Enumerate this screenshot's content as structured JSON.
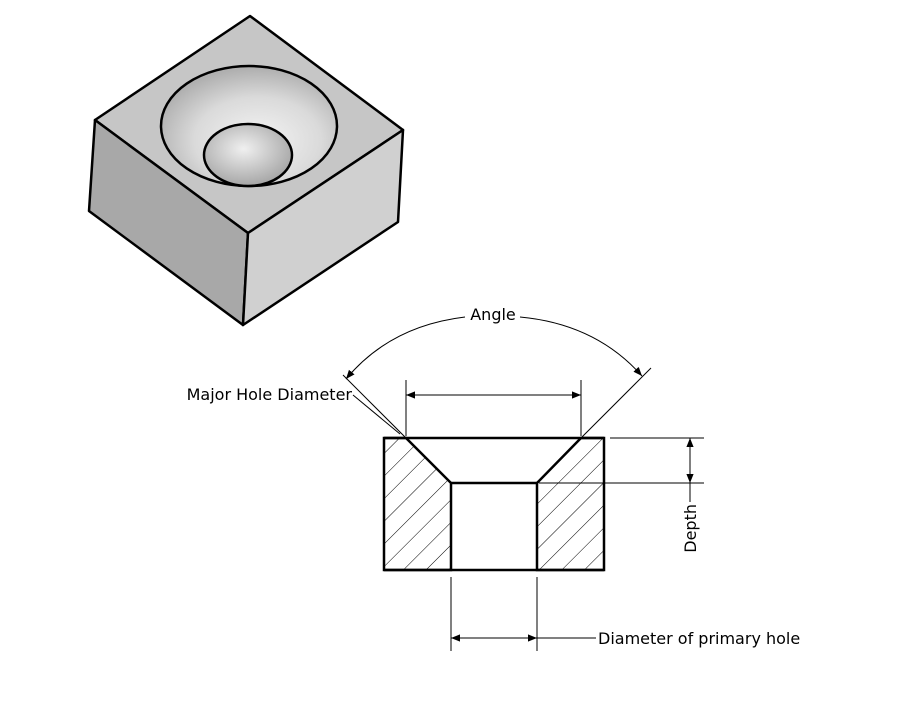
{
  "labels": {
    "angle": "Angle",
    "major_hole_diameter": "Major Hole Diameter",
    "depth": "Depth",
    "diameter_of_primary_hole": "Diameter of primary hole"
  },
  "colors": {
    "stroke": "#000000",
    "block_top": "#c4c4c4",
    "block_left": "#a9a9a9",
    "block_right": "#cfcfcf",
    "hatch": "#000000",
    "background": "#ffffff"
  }
}
